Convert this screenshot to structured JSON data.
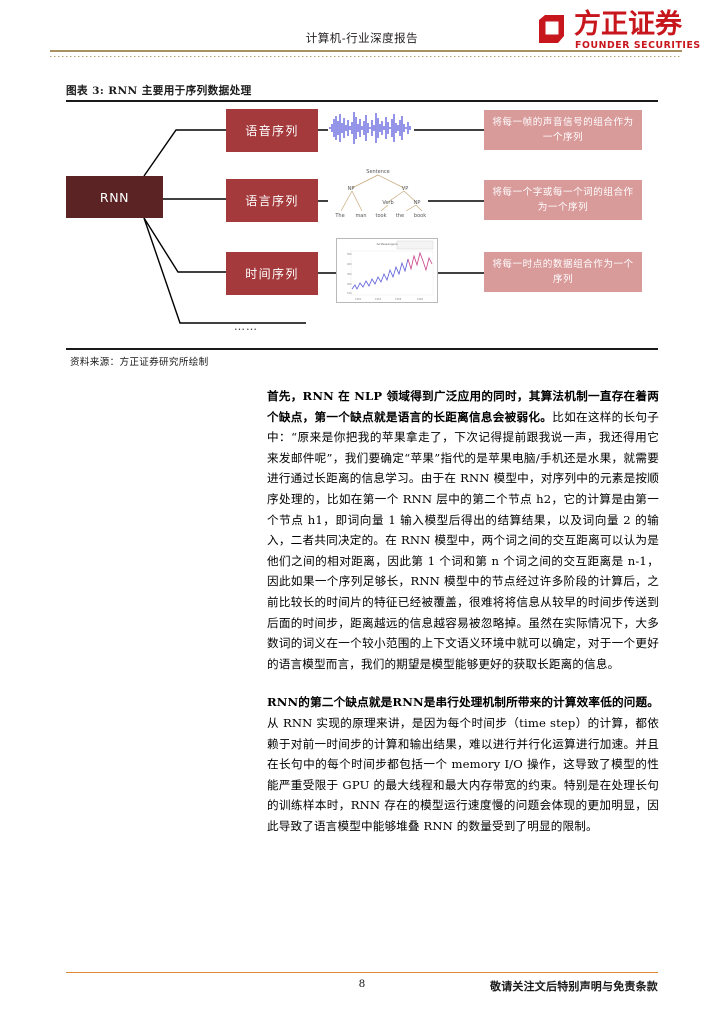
{
  "header": {
    "title": "计算机-行业深度报告",
    "logo_cn": "方正证券",
    "logo_en": "FOUNDER SECURITIES",
    "logo_color": "#c8161d",
    "rule_color": "#a89263"
  },
  "figure": {
    "caption": "图表 3: RNN 主要用于序列数据处理",
    "source": "资料来源：方正证券研究所绘制",
    "root_node": "RNN",
    "ellipsis": "……",
    "colors": {
      "root": "#5b2324",
      "middle": "#a43a3c",
      "right": "#d99a9a",
      "connector": "#000000"
    },
    "branches": [
      {
        "middle_label": "语音序列",
        "right_label": "将每一帧的声音信号的组合作为一个序列",
        "thumbnail": "audio-waveform-thumbnail"
      },
      {
        "middle_label": "语言序列",
        "right_label": "将每一个字或每一个词的组合作为一个序列",
        "thumbnail": "parse-tree-thumbnail"
      },
      {
        "middle_label": "时间序列",
        "right_label": "将每一时点的数据组合作为一个序列",
        "thumbnail": "time-series-chart-thumbnail"
      }
    ],
    "tree_thumbnail_labels": {
      "root": "Sentence",
      "nodes": [
        "NP",
        "VP",
        "Verb",
        "NP"
      ],
      "leaves": [
        "The",
        "man",
        "took",
        "the",
        "book"
      ]
    }
  },
  "body": {
    "paragraph_1_bold": "首先，RNN 在 NLP 领域得到广泛应用的同时，其算法机制一直存在着两个缺点，第一个缺点就是语言的长距离信息会被弱化。",
    "paragraph_1_rest": "比如在这样的长句子中：“原来是你把我的苹果拿走了，下次记得提前跟我说一声，我还得用它来发邮件呢”，我们要确定“苹果”指代的是苹果电脑/手机还是水果，就需要进行通过长距离的信息学习。由于在 RNN 模型中，对序列中的元素是按顺序处理的，比如在第一个 RNN 层中的第二个节点 h2，它的计算是由第一个节点 h1，即词向量 1 输入模型后得出的结算结果，以及词向量 2 的输入，二者共同决定的。在 RNN 模型中，两个词之间的交互距离可以认为是他们之间的相对距离，因此第 1 个词和第 n 个词之间的交互距离是 n-1，因此如果一个序列足够长，RNN 模型中的节点经过许多阶段的计算后，之前比较长的时间片的特征已经被覆盖，很难将将信息从较早的时间步传送到后面的时间步，距离越远的信息越容易被忽略掉。虽然在实际情况下，大多数词的词义在一个较小范围的上下文语义环境中就可以确定，对于一个更好的语言模型而言，我们的期望是模型能够更好的获取长距离的信息。",
    "paragraph_2_bold": "RNN的第二个缺点就是RNN是串行处理机制所带来的计算效率低的问题。",
    "paragraph_2_rest": "从 RNN 实现的原理来讲，是因为每个时间步（time step）的计算，都依赖于对前一时间步的计算和输出结果，难以进行并行化运算进行加速。并且在长句中的每个时间步都包括一个 memory I/O 操作，这导致了模型的性能严重受限于 GPU 的最大线程和最大内存带宽的约束。特别是在处理长句的训练样本时，RNN 存在的模型运行速度慢的问题会体现的更加明显，因此导致了语言模型中能够堆叠 RNN 的数量受到了明显的限制。"
  },
  "footer": {
    "page_number": "8",
    "note": "敬请关注文后特别声明与免责条款",
    "rule_color": "#e08b3a"
  }
}
